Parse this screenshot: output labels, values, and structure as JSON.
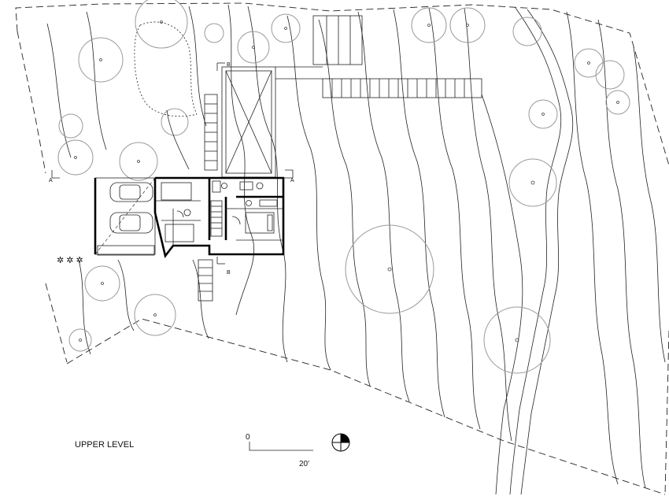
{
  "drawing": {
    "title": "UPPER LEVEL",
    "section_markers": [
      "B",
      "B",
      "A",
      "A"
    ],
    "scale": {
      "start_label": "0",
      "end_label": "20'"
    },
    "north_arrow": "north-arrow-icon"
  }
}
